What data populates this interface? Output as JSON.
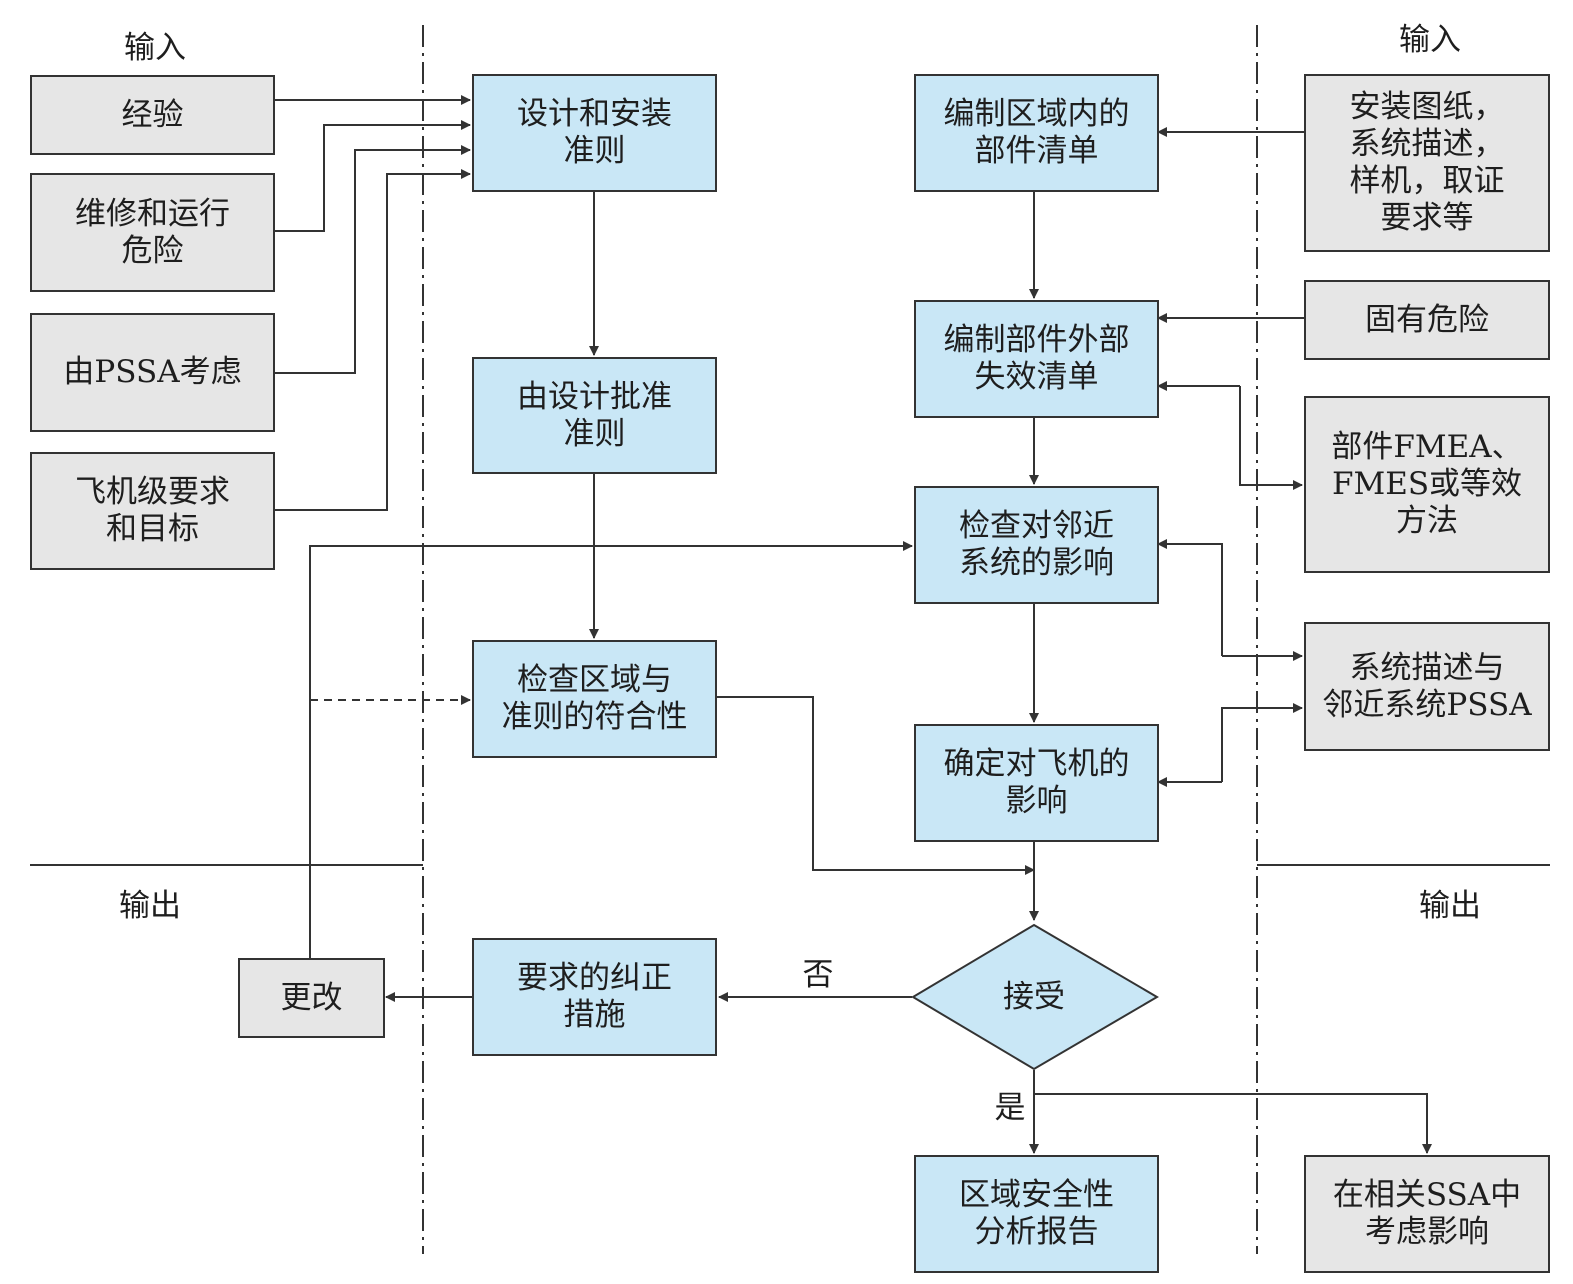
{
  "headings": {
    "input_left": "输入",
    "input_right": "输入",
    "output_left": "输出",
    "output_right": "输出"
  },
  "inputs_left": [
    "经验",
    "维修和运行\n危险",
    "由PSSA考虑",
    "飞机级要求\n和目标"
  ],
  "process_left": {
    "design_criteria": "设计和安装\n准则",
    "approved_criteria": "由设计批准\n准则",
    "check_compliance": "检查区域与\n准则的符合性"
  },
  "process_right": {
    "compile_parts": "编制区域内的\n部件清单",
    "compile_failures": "编制部件外部\n失效清单",
    "check_adjacent": "检查对邻近\n系统的影响",
    "determine_aircraft": "确定对飞机的\n影响",
    "accept_decision": "接受",
    "zsa_report": "区域安全性\n分析报告"
  },
  "inputs_right": {
    "drawings": "安装图纸，\n系统描述，\n样机，取证\n要求等",
    "inherent_hazards": "固有危险",
    "fmea": "部件FMEA、\nFMES或等效\n方法",
    "system_desc": "系统描述与\n邻近系统PSSA"
  },
  "outputs": {
    "corrective_action": "要求的纠正\n措施",
    "change": "更改",
    "ssa": "在相关SSA中\n考虑影响"
  },
  "decision_labels": {
    "no": "否",
    "yes": "是"
  },
  "colors": {
    "process_fill": "#c9e7f6",
    "io_fill": "#e6e6e6",
    "line": "#333333"
  }
}
